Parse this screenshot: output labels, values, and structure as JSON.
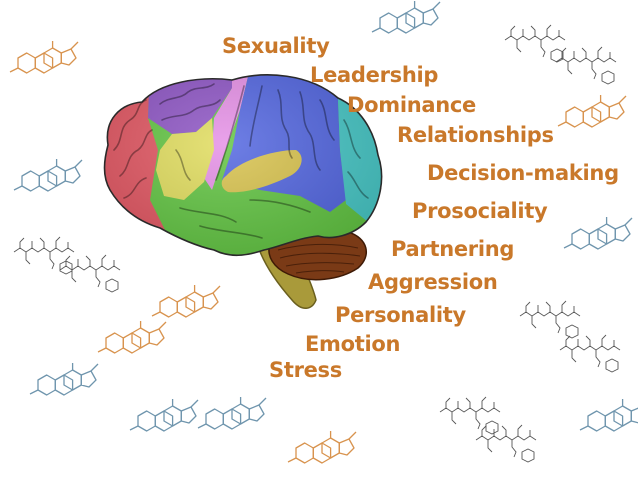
{
  "words": [
    "Sexuality",
    "Leadership",
    "Dominance",
    "Relationships",
    "Decision-making",
    "Prosociality",
    "Partnering",
    "Aggression",
    "Personality",
    "Emotion",
    "Stress"
  ],
  "colors": {
    "text": "#c9782a",
    "frontal_red": "#e2535f",
    "prefrontal_purple": "#8c52c4",
    "motor_magenta": "#e58ee6",
    "parietal_blue": "#4f63e0",
    "occipital_cyan": "#44c7c6",
    "temporal_green": "#5fc43f",
    "insula_yellow": "#e0dc5a",
    "cerebellum_brown": "#7a3a16",
    "brainstem_olive": "#a99a3a",
    "molecule_orange": "#d8934e",
    "molecule_blue": "#6f95ad",
    "molecule_black": "#555555"
  }
}
